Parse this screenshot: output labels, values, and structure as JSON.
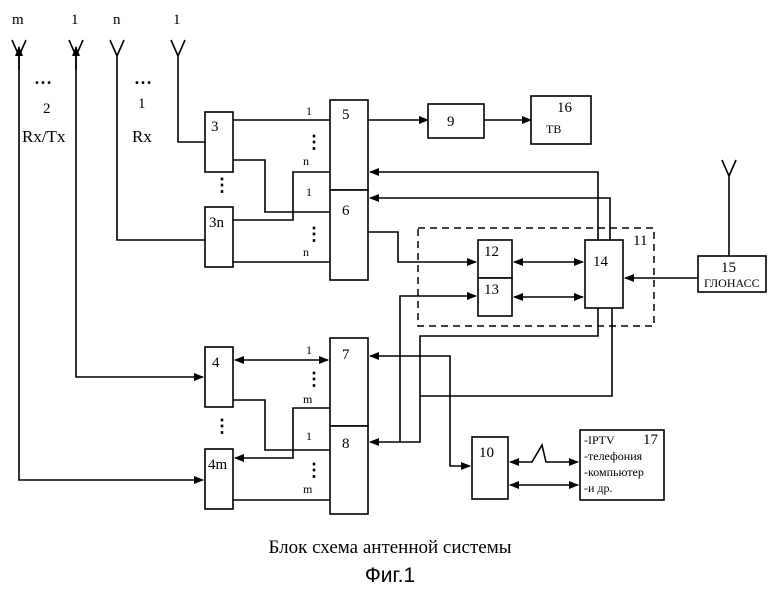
{
  "antenna_labels": [
    "m",
    "1",
    "n",
    "1"
  ],
  "group_labels": {
    "rxtx_count": "2",
    "rxtx_name": "Rx/Tx",
    "rx_count": "1",
    "rx_name": "Rx",
    "ellipsis": "…"
  },
  "blocks": {
    "b3": "3",
    "b3n": "3n",
    "b4": "4",
    "b4m": "4m",
    "b5": "5",
    "b6": "6",
    "b7": "7",
    "b8": "8",
    "b9": "9",
    "b10": "10",
    "b11": "11",
    "b12": "12",
    "b13": "13",
    "b14": "14",
    "b15": "15",
    "b15_name": "ГЛОНАСС",
    "b16": "16",
    "b16_name": "ТВ",
    "b17": "17"
  },
  "b17_items": [
    "-IPTV",
    "-телефония",
    "-компьютер",
    "-и др."
  ],
  "line_labels": {
    "l1": "1",
    "ln": "n",
    "l1b": "1",
    "lnb": "n",
    "l1c": "1",
    "lm": "m",
    "l1d": "1",
    "lmb": "m"
  },
  "caption": "Блок схема антенной системы",
  "figure": "Фиг.1"
}
